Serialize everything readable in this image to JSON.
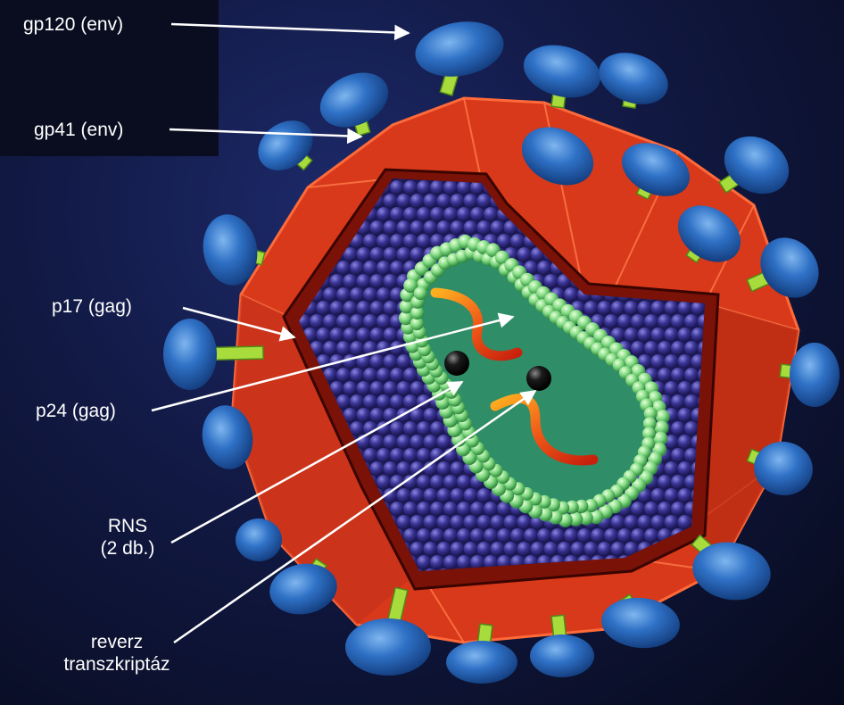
{
  "labels": {
    "gp120": "gp120 (env)",
    "gp41": "gp41 (env)",
    "p17": "p17 (gag)",
    "p24": "p24 (gag)",
    "rns_line1": "RNS",
    "rns_line2": "(2 db.)",
    "rt_line1": "reverz",
    "rt_line2": "transzkriptáz"
  },
  "colors": {
    "background": "#10163c",
    "envelope": "#d63a14",
    "envelope_dark": "#7a1208",
    "matrix_p17": "#3a348f",
    "capsid_p24": "#8be08b",
    "capsid_inner": "#2f8d67",
    "gp120": "#2d6fc4",
    "gp41": "#9ad43a",
    "rna": "#e8541a",
    "reverse_transcriptase": "#111111",
    "arrows": "#ffffff"
  }
}
